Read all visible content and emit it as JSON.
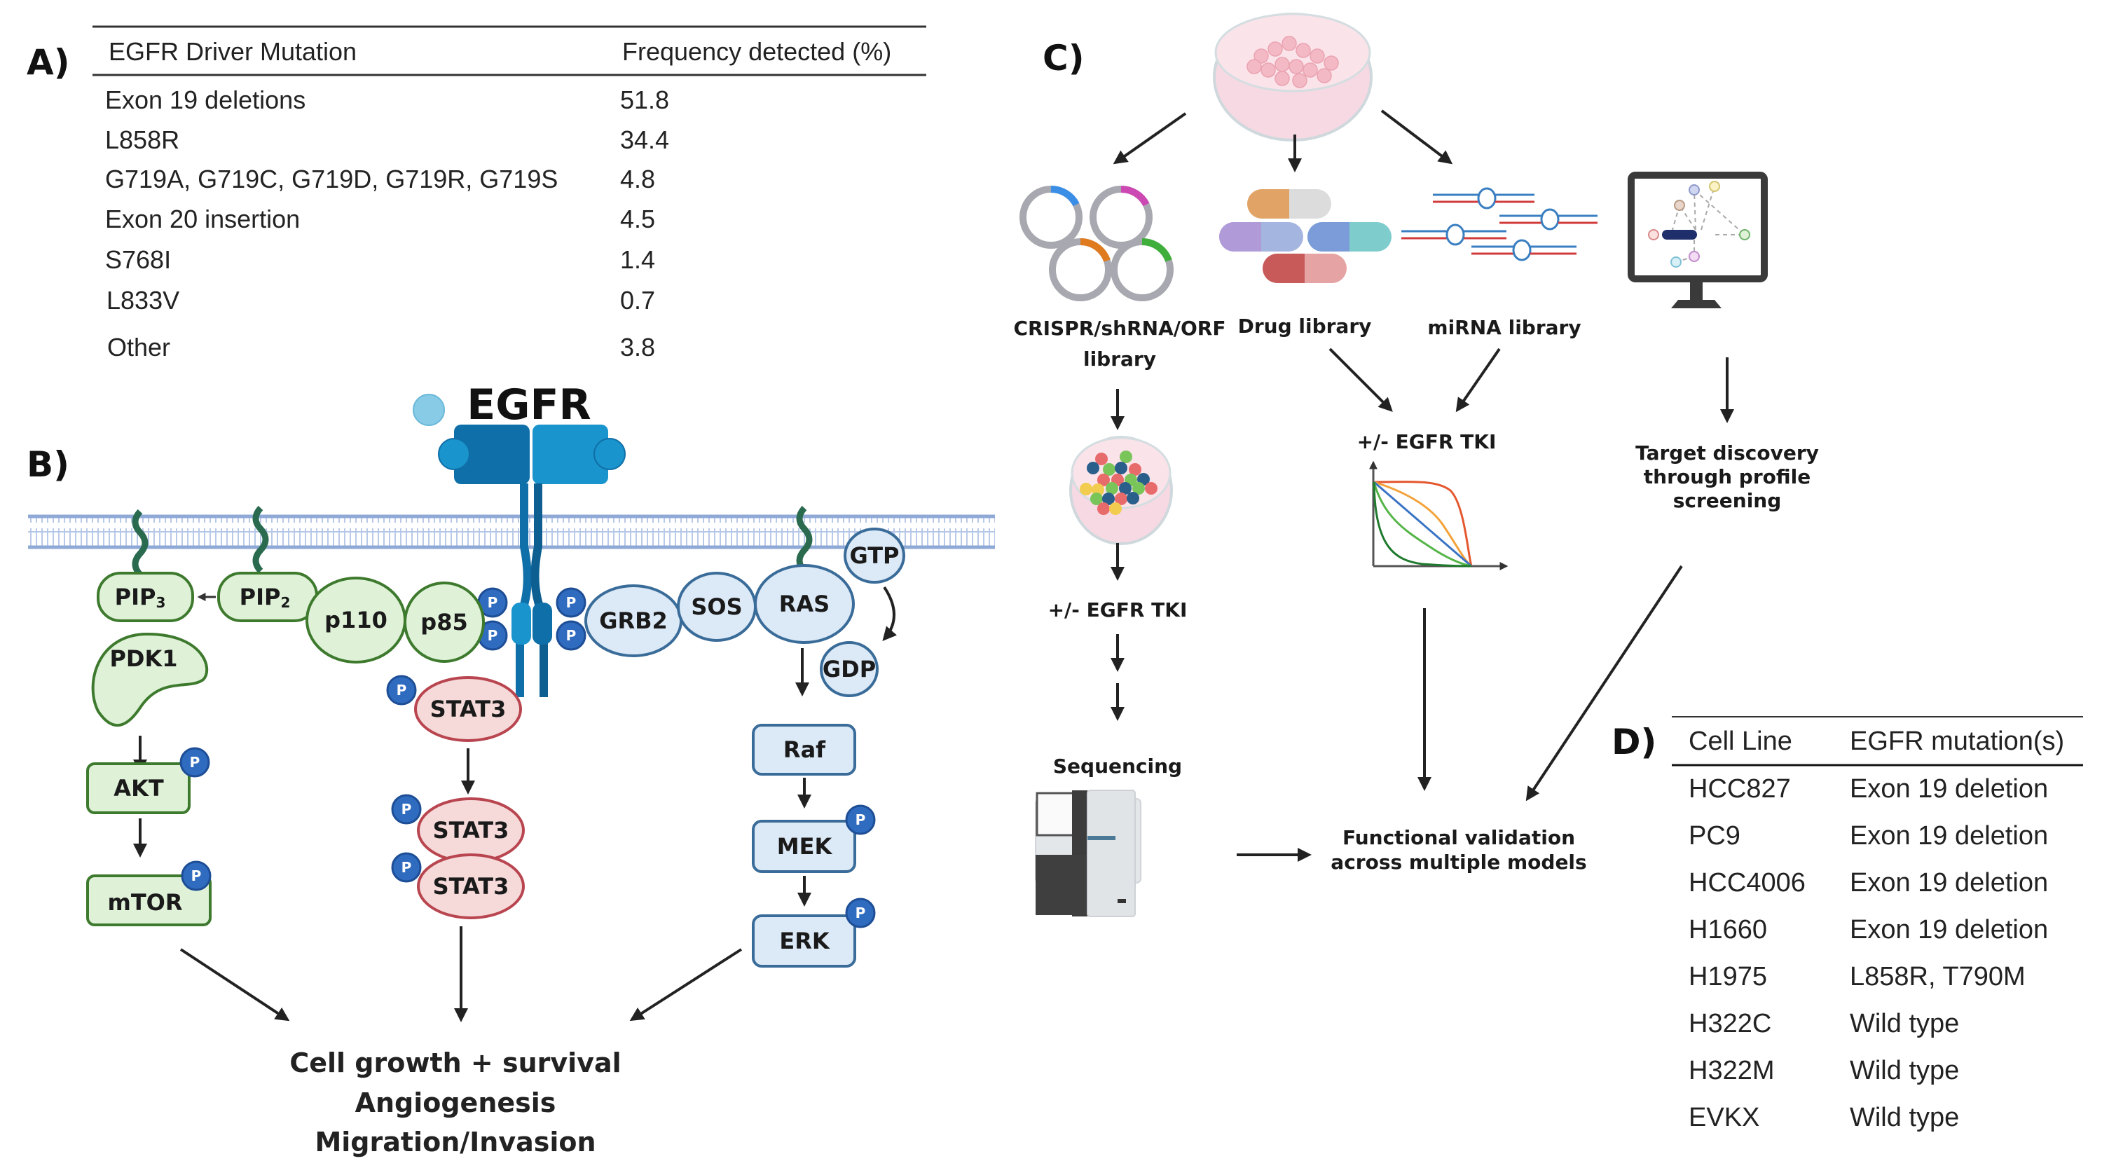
{
  "panels": {
    "A": {
      "label": "A)",
      "headers": [
        "EGFR Driver Mutation",
        "Frequency detected (%)"
      ],
      "rows": [
        {
          "mutation": "Exon 19 deletions",
          "frequency": "51.8"
        },
        {
          "mutation": "L858R",
          "frequency": "34.4"
        },
        {
          "mutation": "G719A, G719C, G719D, G719R, G719S",
          "frequency": "4.8"
        },
        {
          "mutation": "Exon 20 insertion",
          "frequency": "4.5"
        },
        {
          "mutation": "S768I",
          "frequency": "1.4"
        },
        {
          "mutation": "L833V",
          "frequency": "0.7"
        },
        {
          "mutation": "Other",
          "frequency": "3.8"
        }
      ]
    },
    "B": {
      "label": "B)",
      "receptor": "EGFR",
      "phospho": "P",
      "proteins": {
        "pip3": "PIP",
        "pip3_sub": "3",
        "pip2": "PIP",
        "pip2_sub": "2",
        "pdk1": "PDK1",
        "p110": "p110",
        "p85": "p85",
        "akt": "AKT",
        "mtor": "mTOR",
        "stat3": "STAT3",
        "grb2": "GRB2",
        "sos": "SOS",
        "ras": "RAS",
        "gtp": "GTP",
        "gdp": "GDP",
        "raf": "Raf",
        "mek": "MEK",
        "erk": "ERK"
      },
      "outcomes": [
        "Cell growth + survival",
        "Angiogenesis",
        "Migration/Invasion"
      ],
      "colors": {
        "pi3k_fill": "#dff2d8",
        "pi3k_stroke": "#3e7a2e",
        "stat_fill": "#f6dada",
        "stat_stroke": "#b8454f",
        "mapk_fill": "#dce9f7",
        "mapk_stroke": "#3a6c99",
        "phospho": "#2f6bbf",
        "receptor_dark": "#0f6fa8",
        "receptor_light": "#1a94cc",
        "membrane": "#8fa9d6"
      }
    },
    "C": {
      "label": "C)",
      "libraries": {
        "crispr": [
          "CRISPR/shRNA/ORF",
          "library"
        ],
        "drug": "Drug library",
        "mirna": "miRNA library"
      },
      "tki_label": "+/- EGFR TKI",
      "tki_label_left": "+/- EGFR TKI",
      "sequencing": "Sequencing",
      "target_discovery": [
        "Target discovery",
        "through profile",
        "screening"
      ],
      "functional_validation": [
        "Functional validation",
        "across multiple models"
      ]
    },
    "D": {
      "label": "D)",
      "headers": [
        "Cell Line",
        "EGFR mutation(s)"
      ],
      "rows": [
        {
          "cell_line": "HCC827",
          "mutation": "Exon 19 deletion"
        },
        {
          "cell_line": "PC9",
          "mutation": "Exon 19 deletion"
        },
        {
          "cell_line": "HCC4006",
          "mutation": "Exon 19 deletion"
        },
        {
          "cell_line": "H1660",
          "mutation": "Exon 19 deletion"
        },
        {
          "cell_line": "H1975",
          "mutation": "L858R, T790M"
        },
        {
          "cell_line": "H322C",
          "mutation": "Wild type"
        },
        {
          "cell_line": "H322M",
          "mutation": "Wild type"
        },
        {
          "cell_line": "EVKX",
          "mutation": "Wild type"
        }
      ]
    }
  }
}
